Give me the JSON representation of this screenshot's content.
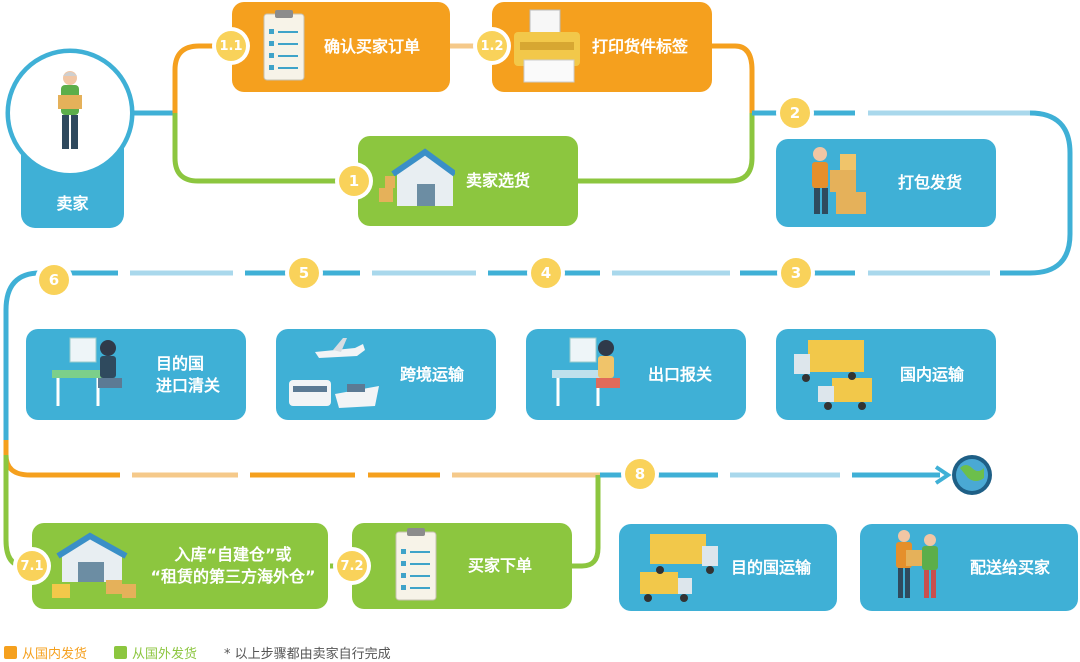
{
  "colors": {
    "domestic": "#f5a01e",
    "overseas": "#8cc63f",
    "step": "#3fb0d6",
    "badge": "#f9d25a"
  },
  "seller": {
    "label": "卖家"
  },
  "steps": {
    "s1": {
      "badge": "1",
      "label": "卖家选货"
    },
    "s1_1": {
      "badge": "1.1",
      "label": "确认买家订单"
    },
    "s1_2": {
      "badge": "1.2",
      "label": "打印货件标签"
    },
    "s2": {
      "badge": "2",
      "label": "打包发货"
    },
    "s3": {
      "badge": "3",
      "label": "国内运输"
    },
    "s4": {
      "badge": "4",
      "label": "出口报关"
    },
    "s5": {
      "badge": "5",
      "label": "跨境运输"
    },
    "s6": {
      "badge": "6",
      "label_line1": "目的国",
      "label_line2": "进口清关"
    },
    "s7_1": {
      "badge": "7.1",
      "label_line1": "入库“自建仓”或",
      "label_line2": "“租赁的第三方海外仓”"
    },
    "s7_2": {
      "badge": "7.2",
      "label": "买家下单"
    },
    "s8": {
      "badge": "8",
      "label": "目的国运输"
    },
    "s9": {
      "label": "配送给买家"
    }
  },
  "legend": {
    "domestic": "从国内发货",
    "overseas": "从国外发货",
    "note": "* 以上步骤都由卖家自行完成"
  }
}
